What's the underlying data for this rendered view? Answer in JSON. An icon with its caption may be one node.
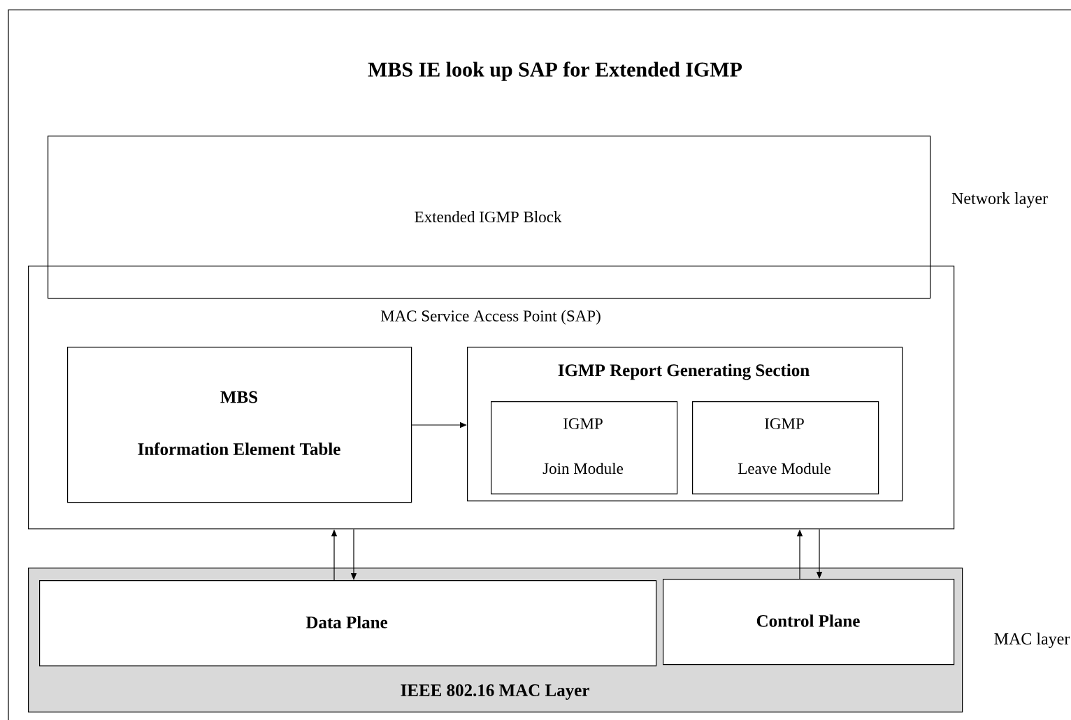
{
  "diagram": {
    "title": "MBS IE look up SAP for Extended IGMP",
    "nodes": [
      {
        "text": [
          "Extended IGMP Block"
        ]
      },
      {
        "text": [
          "MAC Service Access Point (SAP)"
        ]
      },
      {
        "text": [
          "MBS",
          "Information Element Table"
        ],
        "in": 1
      },
      {
        "text": [
          "IGMP Report Generating Section"
        ],
        "in": 1
      },
      {
        "text": [
          "IGMP",
          "Join Module"
        ],
        "in": 3
      },
      {
        "text": [
          "IGMP",
          "Leave Module"
        ],
        "in": 3
      },
      {
        "text": [
          "IEEE 802.16 MAC  Layer"
        ]
      },
      {
        "text": [
          "Data Plane"
        ],
        "in": 6
      },
      {
        "text": [
          "Control Plane"
        ],
        "in": 6
      }
    ],
    "edges": [
      {
        "from": 2,
        "to": 3,
        "arrow": "to"
      },
      {
        "from": 7,
        "to": 1,
        "arrow": "to"
      },
      {
        "from": 1,
        "to": 7,
        "arrow": "to"
      },
      {
        "from": 8,
        "to": 1,
        "arrow": "to"
      },
      {
        "from": 1,
        "to": 8,
        "arrow": "to"
      }
    ],
    "labels": [
      "Network layer",
      "MAC layer"
    ]
  }
}
